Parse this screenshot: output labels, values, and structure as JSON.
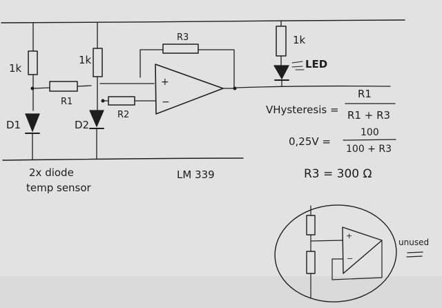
{
  "schematic": {
    "labels": {
      "r_top_left": "1k",
      "r_top_mid": "1k",
      "r_top_right": "1k",
      "led": "LED",
      "r3": "R3",
      "r1": "R1",
      "r2": "R2",
      "d1": "D1",
      "d2": "D2",
      "plus": "+",
      "minus": "−"
    },
    "notes": {
      "sensor_line1": "2x diode",
      "sensor_line2": "temp sensor",
      "chip": "LM 339"
    },
    "unused": {
      "label": "unused",
      "plus": "+",
      "minus": "−"
    }
  },
  "equations": {
    "eq1_lhs": "VHysteresis =",
    "eq1_num": "R1",
    "eq1_den": "R1 + R3",
    "eq2_lhs": "0,25V =",
    "eq2_num": "100",
    "eq2_den": "100 + R3",
    "eq3": "R3 = 300 Ω"
  },
  "colors": {
    "paper": "#e2e2e2",
    "ink": "#1e1e1e"
  }
}
